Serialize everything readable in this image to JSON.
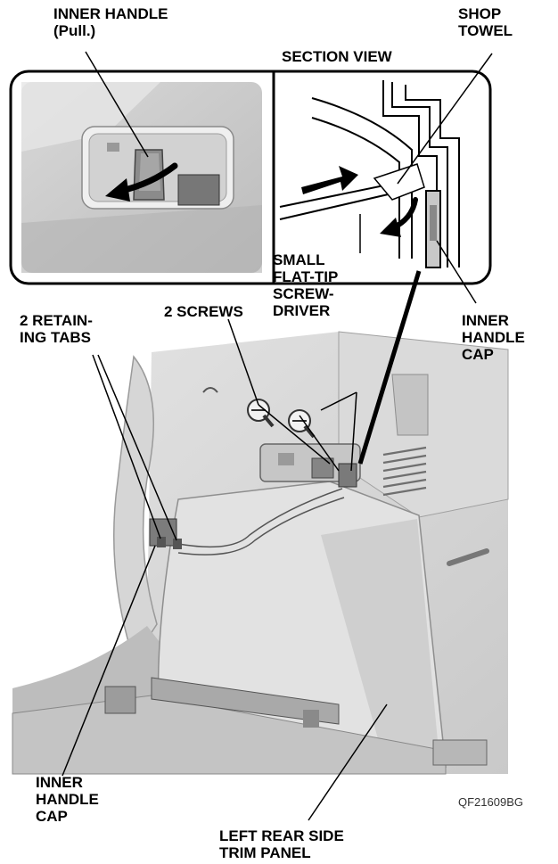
{
  "labels": {
    "inner_handle_pull": "INNER HANDLE\n(Pull.)",
    "shop_towel": "SHOP\nTOWEL",
    "section_view": "SECTION VIEW",
    "small_screwdriver": "SMALL\nFLAT-TIP\nSCREW-\nDRIVER",
    "retaining_tabs": "2 RETAIN-\nING TABS",
    "two_screws": "2 SCREWS",
    "inner_handle_cap_right": "INNER\nHANDLE\nCAP",
    "inner_handle_cap_left": "INNER\nHANDLE\nCAP",
    "trim_panel": "LEFT REAR SIDE\nTRIM PANEL",
    "figure_code": "QF21609BG"
  }
}
